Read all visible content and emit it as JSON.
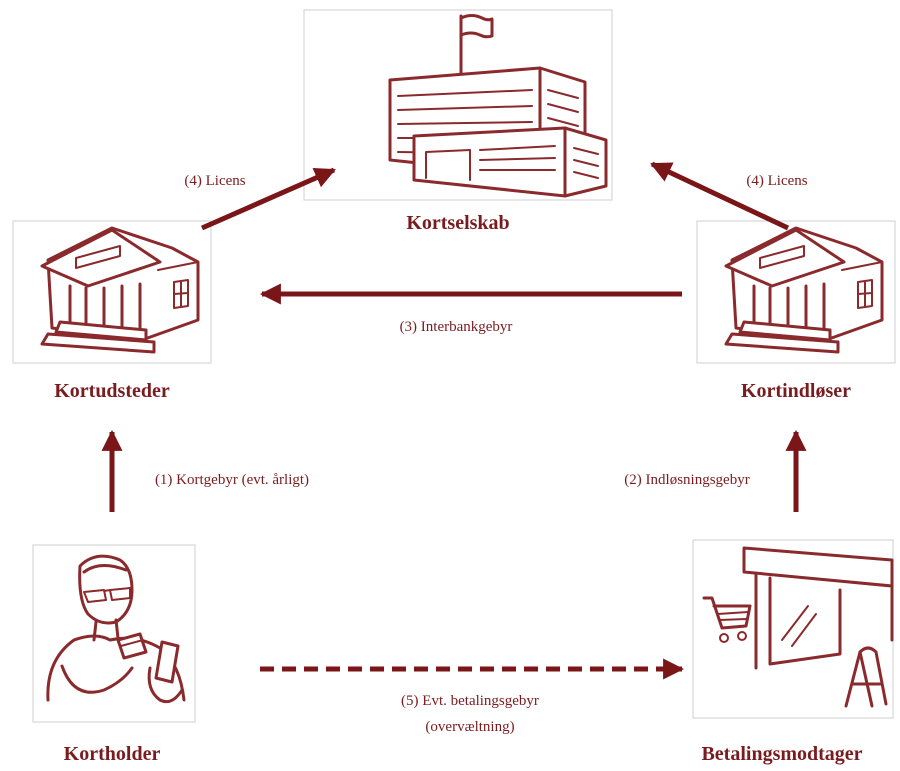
{
  "colors": {
    "accent": "#7a1c1f",
    "arrow": "#7a1518",
    "icon_stroke": "#8b2a2d",
    "frame_border": "#cfcfcf"
  },
  "nodes": {
    "card_company": {
      "title": "Kortselskab",
      "icon": "office-building-with-flag-icon"
    },
    "issuer": {
      "title": "Kortudsteder",
      "icon": "bank-building-icon"
    },
    "acquirer": {
      "title": "Kortindløser",
      "icon": "bank-building-icon"
    },
    "cardholder": {
      "title": "Kortholder",
      "icon": "person-with-card-and-phone-icon"
    },
    "merchant": {
      "title": "Betalingsmodtager",
      "icon": "shop-storefront-icon"
    }
  },
  "edges": {
    "license_left": {
      "label": "(4) Licens"
    },
    "license_right": {
      "label": "(4) Licens"
    },
    "interbank_fee": {
      "label": "(3) Interbankgebyr"
    },
    "card_fee": {
      "label": "(1) Kortgebyr (evt. årligt)"
    },
    "acquiring_fee": {
      "label": "(2) Indløsningsgebyr"
    },
    "surcharge_line1": {
      "label": "(5) Evt. betalingsgebyr"
    },
    "surcharge_line2": {
      "label": "(overvæltning)"
    }
  }
}
